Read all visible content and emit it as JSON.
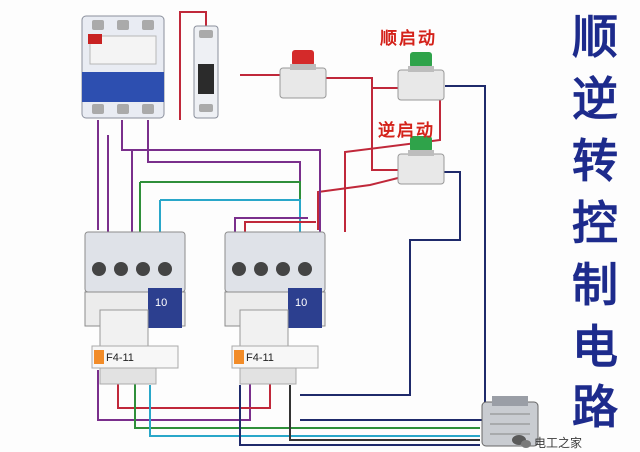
{
  "labels": {
    "forward_start": "顺启动",
    "reverse_start": "逆启动"
  },
  "title_chars": [
    "顺",
    "逆",
    "转",
    "控",
    "制",
    "电",
    "路"
  ],
  "contactors": [
    {
      "model": "F4-11",
      "aux_no": "10"
    },
    {
      "model": "F4-11",
      "aux_no": "10"
    }
  ],
  "watermark": "电工之家",
  "colors": {
    "title": "#1d2b8c",
    "label": "#d4221a",
    "wire_purple": "#7a2f8c",
    "wire_red": "#c0283a",
    "wire_green": "#2f8f3a",
    "wire_cyan": "#29a7c9",
    "wire_navy": "#1f2a6b"
  },
  "icons": [
    "circuit-breaker-icon",
    "single-breaker-icon",
    "stop-button-icon",
    "green-pushbutton-icon",
    "motor-icon",
    "wechat-icon"
  ]
}
